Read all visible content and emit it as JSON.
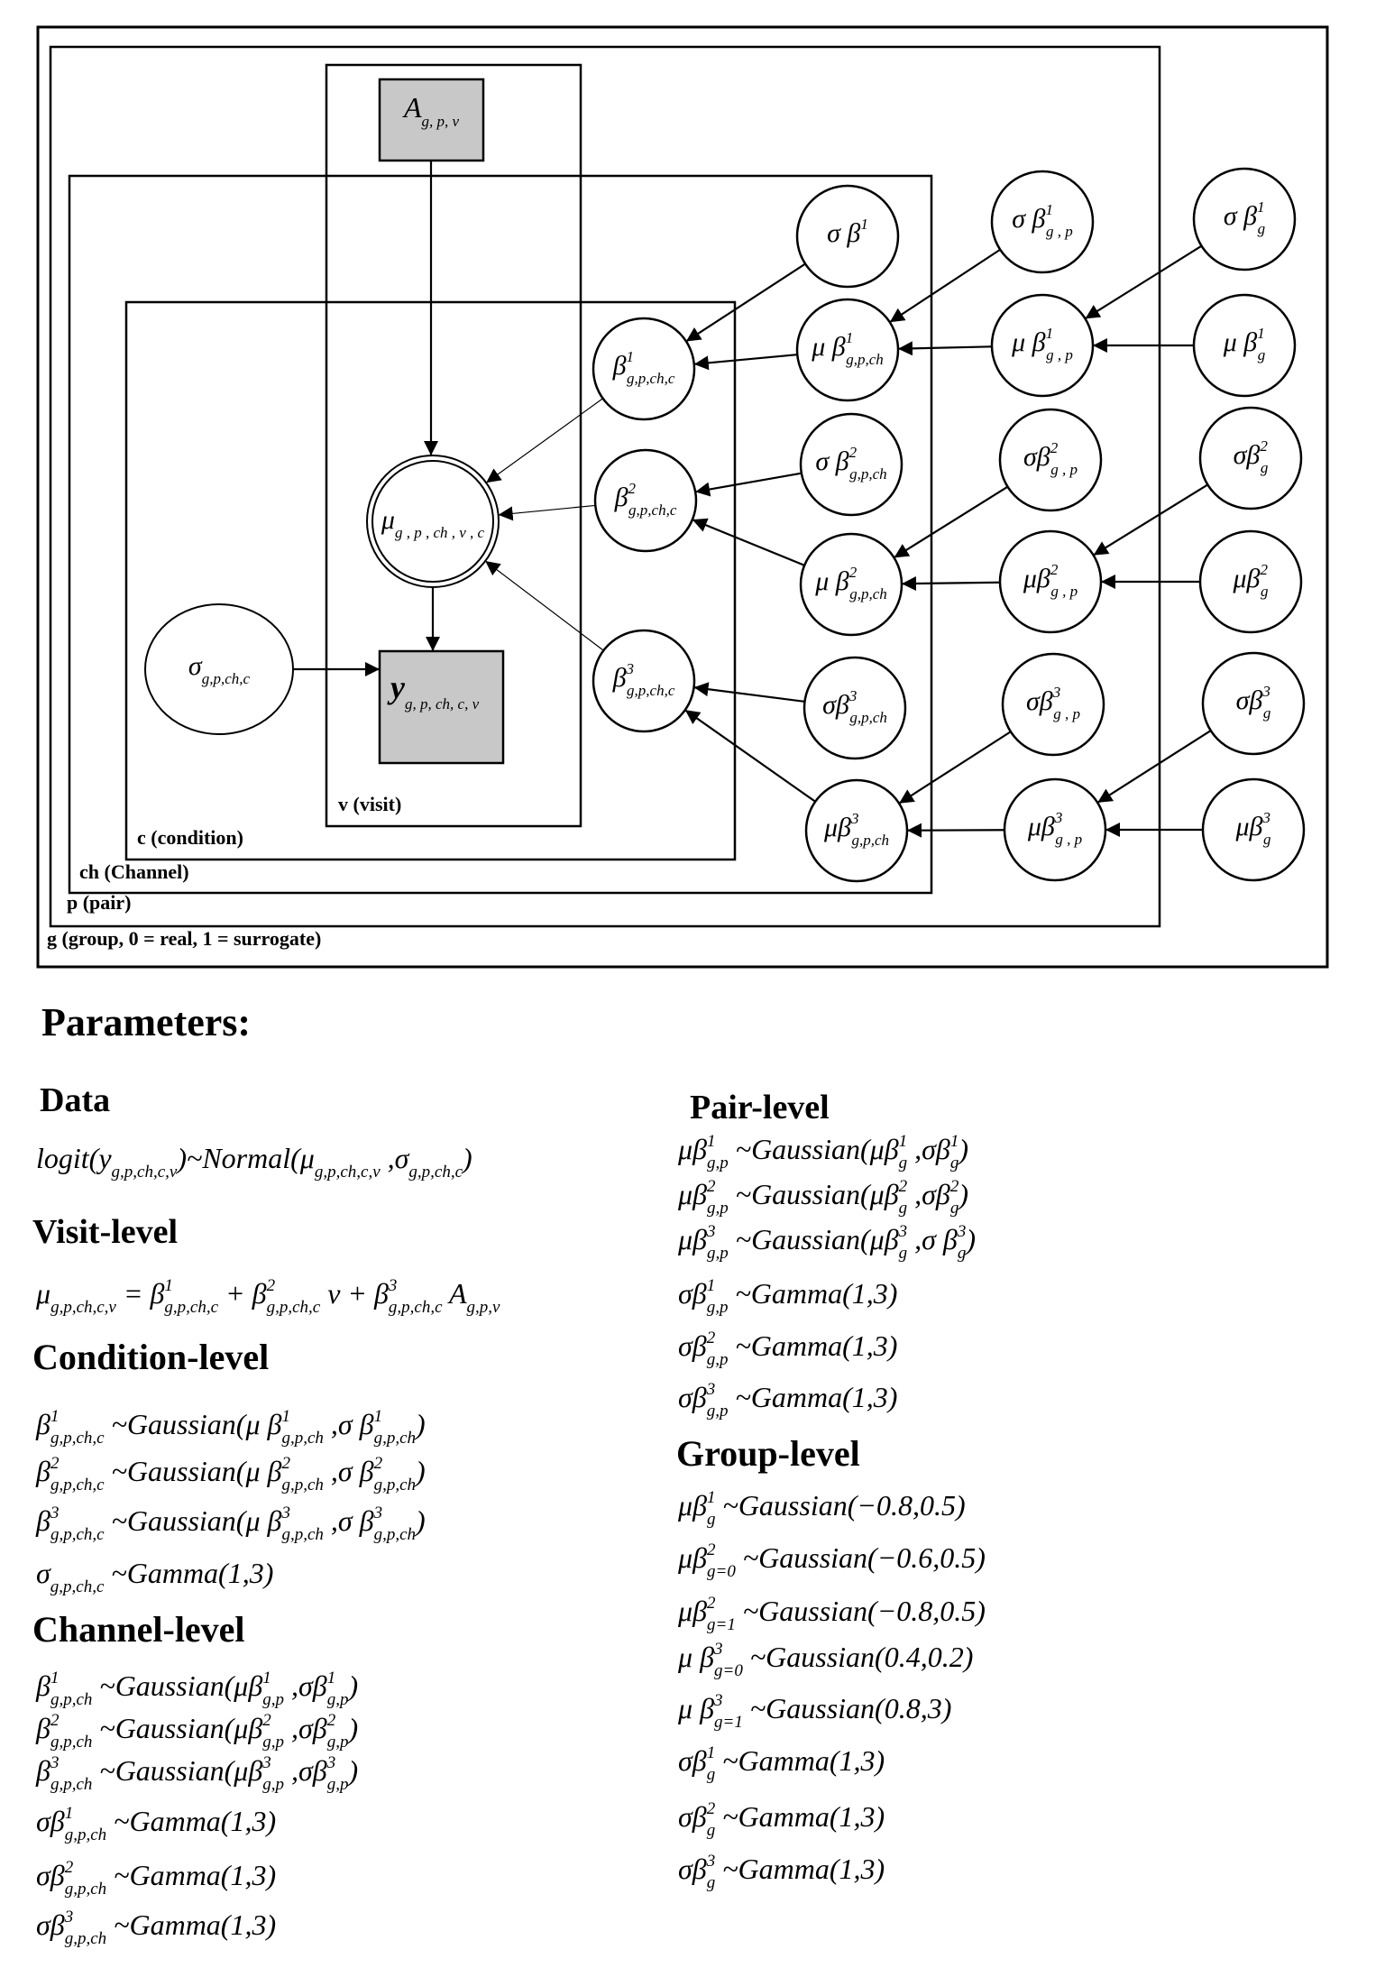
{
  "diagram": {
    "plates": {
      "group": "g (group, 0 = real, 1 = surrogate)",
      "pair": "p (pair)",
      "channel": "ch (Channel)",
      "condition": "c (condition)",
      "visit": "v (visit)"
    },
    "nodes": {
      "A": {
        "base": "A",
        "sub": "g, p, v"
      },
      "y": {
        "base": "y",
        "sub": "g, p, ch, c, v"
      },
      "mu": {
        "base": "μ",
        "sub": "g , p , ch , v , c"
      },
      "sigma_cond": {
        "base": "σ",
        "sub": "g,p,ch,c"
      },
      "beta1": {
        "base": "β",
        "sup": "1",
        "sub": "g,p,ch,c"
      },
      "beta2": {
        "base": "β",
        "sup": "2",
        "sub": "g,p,ch,c"
      },
      "beta3": {
        "base": "β",
        "sup": "3",
        "sub": "g,p,ch,c"
      },
      "sigma_beta1": {
        "base": "σ β",
        "sup": "1"
      },
      "mu_beta1_ch": {
        "base": "μ β",
        "sup": "1",
        "sub": "g,p,ch"
      },
      "sigma_beta2_ch": {
        "base": "σ β",
        "sup": "2",
        "sub": "g,p,ch"
      },
      "mu_beta2_ch": {
        "base": "μ β",
        "sup": "2",
        "sub": "g,p,ch"
      },
      "sigma_beta3_ch": {
        "base": "σβ",
        "sup": "3",
        "sub": "g,p,ch"
      },
      "mu_beta3_ch": {
        "base": "μβ",
        "sup": "3",
        "sub": "g,p,ch"
      },
      "sigma_beta1_p": {
        "base": "σ β",
        "sup": "1",
        "sub": "g , p"
      },
      "mu_beta1_p": {
        "base": "μ β",
        "sup": "1",
        "sub": "g , p"
      },
      "sigma_beta2_p": {
        "base": "σβ",
        "sup": "2",
        "sub": "g , p"
      },
      "mu_beta2_p": {
        "base": "μβ",
        "sup": "2",
        "sub": "g , p"
      },
      "sigma_beta3_p": {
        "base": "σβ",
        "sup": "3",
        "sub": "g , p"
      },
      "mu_beta3_p": {
        "base": "μβ",
        "sup": "3",
        "sub": "g , p"
      },
      "sigma_beta1_g": {
        "base": "σ β",
        "sup": "1",
        "sub": "g"
      },
      "mu_beta1_g": {
        "base": "μ β",
        "sup": "1",
        "sub": "g"
      },
      "sigma_beta2_g": {
        "base": "σβ",
        "sup": "2",
        "sub": "g"
      },
      "mu_beta2_g": {
        "base": "μβ",
        "sup": "2",
        "sub": "g"
      },
      "sigma_beta3_g": {
        "base": "σβ",
        "sup": "3",
        "sub": "g"
      },
      "mu_beta3_g": {
        "base": "μβ",
        "sup": "3",
        "sub": "g"
      }
    }
  },
  "parameters": {
    "title": "Parameters:",
    "data": {
      "heading": "Data",
      "equations": [
        "logit(y_{g,p,ch,c,v})~Normal(μ_{g,p,ch,c,v} ,σ_{g,p,ch,c})"
      ]
    },
    "visit": {
      "heading": "Visit-level",
      "equations": [
        "μ_{g,p,ch,c,v} = β^{1}_{g,p,ch,c} + β^{2}_{g,p,ch,c} v + β^{3}_{g,p,ch,c} A_{g,p,v}"
      ]
    },
    "condition": {
      "heading": "Condition-level",
      "equations": [
        "β^{1}_{g,p,ch,c} ~Gaussian(μ β^{1}_{g,p,ch} ,σ β^{1}_{g,p,ch})",
        "β^{2}_{g,p,ch,c} ~Gaussian(μ β^{2}_{g,p,ch} ,σ β^{2}_{g,p,ch})",
        "β^{3}_{g,p,ch,c} ~Gaussian(μ β^{3}_{g,p,ch} ,σ β^{3}_{g,p,ch})",
        "σ_{g,p,ch,c} ~Gamma(1,3)"
      ]
    },
    "channel": {
      "heading": "Channel-level",
      "equations": [
        "β^{1}_{g,p,ch} ~Gaussian(μβ^{1}_{g,p} ,σβ^{1}_{g,p})",
        "β^{2}_{g,p,ch} ~Gaussian(μβ^{2}_{g,p} ,σβ^{2}_{g,p})",
        "β^{3}_{g,p,ch} ~Gaussian(μβ^{3}_{g,p} ,σβ^{3}_{g,p})",
        "σβ^{1}_{g,p,ch} ~Gamma(1,3)",
        "σβ^{2}_{g,p,ch} ~Gamma(1,3)",
        "σβ^{3}_{g,p,ch} ~Gamma(1,3)"
      ]
    },
    "pair": {
      "heading": "Pair-level",
      "equations": [
        "μβ^{1}_{g,p} ~Gaussian(μβ^{1}_{g} ,σβ^{1}_{g})",
        "μβ^{2}_{g,p} ~Gaussian(μβ^{2}_{g} ,σβ^{2}_{g})",
        "μβ^{3}_{g,p} ~Gaussian(μβ^{3}_{g} ,σ β^{3}_{g})",
        "σβ^{1}_{g,p} ~Gamma(1,3)",
        "σβ^{2}_{g,p} ~Gamma(1,3)",
        "σβ^{3}_{g,p} ~Gamma(1,3)"
      ]
    },
    "group": {
      "heading": "Group-level",
      "equations": [
        "μβ^{1}_{g} ~Gaussian(−0.8,0.5)",
        "μβ^{2}_{g=0} ~Gaussian(−0.6,0.5)",
        "μβ^{2}_{g=1} ~Gaussian(−0.8,0.5)",
        "μ β^{3}_{g=0} ~Gaussian(0.4,0.2)",
        "μ β^{3}_{g=1} ~Gaussian(0.8,3)",
        "σβ^{1}_{g} ~Gamma(1,3)",
        "σβ^{2}_{g} ~Gamma(1,3)",
        "σβ^{3}_{g} ~Gamma(1,3)"
      ]
    }
  }
}
